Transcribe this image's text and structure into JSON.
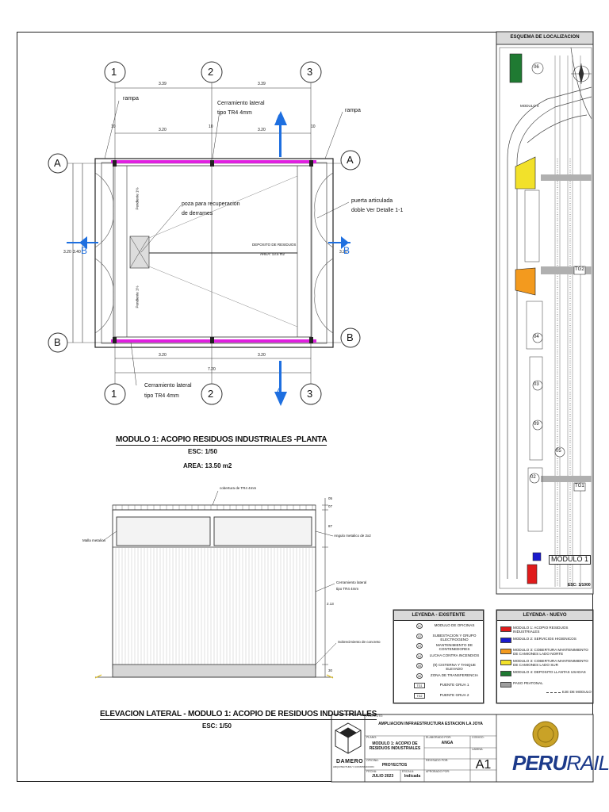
{
  "plan": {
    "grid_cols": [
      "1",
      "2",
      "3"
    ],
    "grid_rows": [
      "A",
      "B"
    ],
    "dim_top_outer": [
      "3.39",
      "3.39"
    ],
    "dim_top_inner": [
      "3.20",
      "3.20"
    ],
    "dim_bottom_inner": [
      "3.20",
      "3.20"
    ],
    "dim_bottom_outer": "7.20",
    "dim_left": [
      "3.20",
      "3.40"
    ],
    "dim_right": "3.20",
    "small_dims": [
      "10",
      "10",
      "10"
    ],
    "section_a": "A",
    "section_b": "B",
    "notes": {
      "rampa_left": "rampa",
      "rampa_right": "rampa",
      "cerramiento_top_1": "Cerramiento lateral",
      "cerramiento_top_2": "tipo TR4 4mm",
      "cerramiento_bottom_1": "Cerramiento lateral",
      "cerramiento_bottom_2": "tipo TR4 4mm",
      "poza_1": "poza para recuperacion",
      "poza_2": "de derrames",
      "puerta_1": "puerta articulada",
      "puerta_2": "doble Ver Detalle 1-1",
      "deposito_1": "DEPOSITO DE RESIDUOS",
      "deposito_2": "AREA: 13.5 m2",
      "pendiente_1": "Pendiente 1%",
      "pendiente_2": "Pendiente 1%"
    },
    "title": "MODULO 1: ACOPIO RESIDUOS INDUSTRIALES -PLANTA",
    "scale": "ESC: 1/50",
    "area": "AREA: 13.50 m2"
  },
  "elevation": {
    "notes": {
      "cobertura": "cobertura de TR4 4mm",
      "malla": "Malla metalica",
      "angulo": "Angulo metalico de 2x2",
      "cerramiento_1": "Cerramiento lateral",
      "cerramiento_2": "tipo TR4 4mm",
      "sobrecimiento": "Sobrecimiento de concreto"
    },
    "dims": [
      "05",
      "07",
      "87",
      "2.13",
      "30"
    ],
    "title": "ELEVACION LATERAL - MODULO 1: ACOPIO DE RESIDUOS INDUSTRIALES",
    "scale": "ESC: 1/50"
  },
  "location": {
    "title": "ESQUEMA DE LOCALIZACION",
    "scale": "ESC: 1/1000",
    "labels": {
      "modulo4": "MODULO 4",
      "modulo1": "MODULO 1",
      "tg2": "TG2",
      "tg1": "TG1",
      "c06": "06",
      "c04": "04",
      "c03": "03",
      "c09": "09",
      "c02": "02",
      "c05": "05"
    }
  },
  "legend_existing": {
    "title": "LEYENDA - EXISTENTE",
    "items": [
      {
        "sym": "01",
        "text": "MODULO DE OFICINAS"
      },
      {
        "sym": "02",
        "text": "SUBESTACION Y GRUPO ELECTROGENO"
      },
      {
        "sym": "03",
        "text": "MANTENIMIENTO DE CONTENEDORES"
      },
      {
        "sym": "04",
        "text": "LUCHA CONTRA INCENDIOS"
      },
      {
        "sym": "05",
        "text": "(9) CISTERNA Y TANQUE ELEVADO"
      },
      {
        "sym": "06",
        "text": "ZONA DE TRANSFERENCIA"
      },
      {
        "sym": "TG1",
        "text": "PUENTE GRUA 1"
      },
      {
        "sym": "TG2",
        "text": "PUENTE GRUA 2"
      }
    ]
  },
  "legend_new": {
    "title": "LEYENDA - NUEVO",
    "items": [
      {
        "color": "#e01b1b",
        "text": "MODULO 1: ACOPIO RESIDUOS INDUSTRIALES"
      },
      {
        "color": "#1a1acc",
        "text": "MODULO 2: SERVICIOS HIGIENICOS"
      },
      {
        "color": "#f39a1e",
        "text": "MODULO 3: COBERTURA MANTENIMIENTO DE CAMIONES LADO NORTE"
      },
      {
        "color": "#f2e12a",
        "text": "MODULO 3: COBERTURA MANTENIMIENTO DE CAMIONES LADO SUR"
      },
      {
        "color": "#1f7a32",
        "text": "MODULO 4: DEPOSITO LLANTAS USADAS"
      },
      {
        "color": "#9e9e9e",
        "text": "PASO PEATONAL"
      }
    ],
    "eje_text": "EJE DE MODULO"
  },
  "titleblock": {
    "logo_name": "DAMERO",
    "logo_sub": "ARQUITECTURA Y CONSTRUCCION",
    "proyecto_cap": "PROYECTO:",
    "proyecto": "AMPLIACION INFRAESTRUCTURA ESTACION LA JOYA",
    "plano_cap": "PLANO:",
    "plano": "MODULO 1: ACOPIO DE RESIDUOS INDUSTRIALES",
    "elaborado_cap": "ELABORADO POR:",
    "elaborado": "ANGA",
    "codigo_cap": "CODIGO:",
    "oficina_cap": "OFICINA:",
    "oficina": "PROYECTOS",
    "revisado_cap": "REVISADO POR:",
    "lamina_cap": "LAMINA:",
    "lamina": "A1",
    "fecha_cap": "FECHA:",
    "fecha": "JULIO 2023",
    "escala_cap": "ESCALA:",
    "escala": "Indicada",
    "aprobado_cap": "APROBADO POR:",
    "brand_peru": "PERU",
    "brand_rail": "RAIL"
  },
  "colors": {
    "magenta": "#e020e0",
    "blue": "#1e6fe0",
    "red": "#e01b1b",
    "yellow": "#f2e12a",
    "orange": "#f39a1e",
    "green": "#1f7a32",
    "navy": "#1c3a8a",
    "gold": "#c9a227"
  }
}
